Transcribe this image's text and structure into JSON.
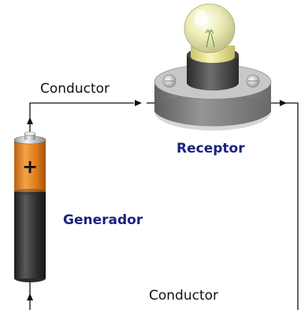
{
  "labels": {
    "conductor_top": "Conductor",
    "conductor_bottom": "Conductor",
    "receptor": "Receptor",
    "generador": "Generador",
    "battery_sign": "+"
  },
  "colors": {
    "label_text": "#111111",
    "part_label": "#1a237e",
    "wire": "#111111",
    "battery_top": "#e0801e",
    "battery_bottom": "#2e2e2e",
    "bulb_glass": "#ece9b0",
    "socket": "#8a8a8a"
  },
  "icons": {
    "generator": "battery-icon",
    "receiver": "light-bulb-icon"
  }
}
